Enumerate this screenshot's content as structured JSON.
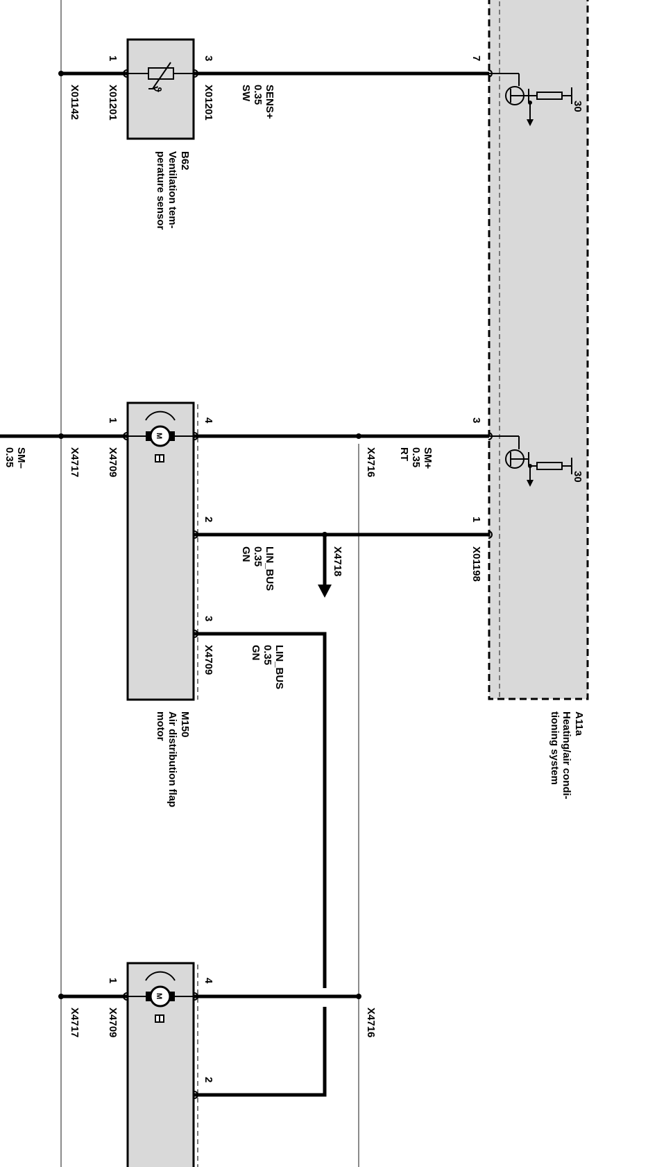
{
  "components": {
    "a11a": {
      "id": "A11a",
      "name_1": "Heating/air condi-",
      "name_2": "tioning system",
      "terminal_1": "30",
      "terminal_2": "30"
    },
    "b62": {
      "id": "B62",
      "name_1": "Ventilation tem-",
      "name_2": "perature sensor"
    },
    "m150": {
      "id": "M150",
      "name_1": "Air distribution flap",
      "name_2": "motor"
    }
  },
  "pins": {
    "b62_1": "1",
    "b62_3": "3",
    "m150_1": "1",
    "m150_4": "4",
    "m150_2": "2",
    "m150_3": "3",
    "m2_1": "1",
    "m2_4": "4",
    "m2_2": "2",
    "a11a_7": "7",
    "a11a_3": "3",
    "a11a_1": "1"
  },
  "connectors": {
    "x01142": "X01142",
    "x01201_1": "X01201",
    "x01201_3": "X01201",
    "x4709_a": "X4709",
    "x4709_b": "X4709",
    "x4709_c": "X4709",
    "x4717_a": "X4717",
    "x4717_b": "X4717",
    "x4716_a": "X4716",
    "x4716_b": "X4716",
    "x4718": "X4718",
    "x01198": "X01198"
  },
  "wires": {
    "sens": {
      "signal": "SENS+",
      "gauge": "0.35",
      "color": "SW"
    },
    "sm_plus": {
      "signal": "SM+",
      "gauge": "0.35",
      "color": "RT"
    },
    "lin_bus_1": {
      "signal": "LIN_BUS",
      "gauge": "0.35",
      "color": "GN"
    },
    "lin_bus_2": {
      "signal": "LIN_BUS",
      "gauge": "0.35",
      "color": "GN"
    },
    "sm_minus": {
      "signal": "SM–",
      "gauge": "0.35"
    }
  },
  "symbols": {
    "motor_letter_1": "M",
    "motor_letter_2": "M",
    "theta": "ϑ"
  },
  "colors": {
    "component_fill": "#d9d9d9",
    "wire": "#000000",
    "ground_line": "#8a8a8a"
  }
}
